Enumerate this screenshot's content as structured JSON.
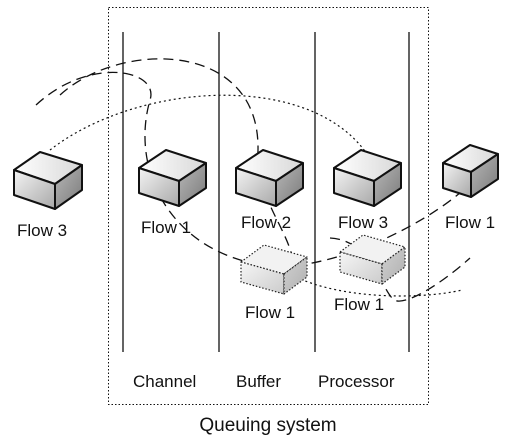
{
  "system": {
    "title": "Queuing system",
    "stages": [
      "Channel",
      "Buffer",
      "Processor"
    ]
  },
  "flows": {
    "left_outside": "Flow 3",
    "channel": "Flow 1",
    "buffer": "Flow 2",
    "processor": "Flow 3",
    "right_outside": "Flow 1",
    "buffer_queued": "Flow 1",
    "processor_queued": "Flow 1"
  },
  "colors": {
    "line": "#111111",
    "box_light": "#eeeeee",
    "box_mid": "#cfcfcf",
    "box_dark": "#9a9a9a",
    "ghost_light": "#f2f2f2",
    "ghost_mid": "#dcdcdc",
    "ghost_dark": "#c2c2c2"
  }
}
